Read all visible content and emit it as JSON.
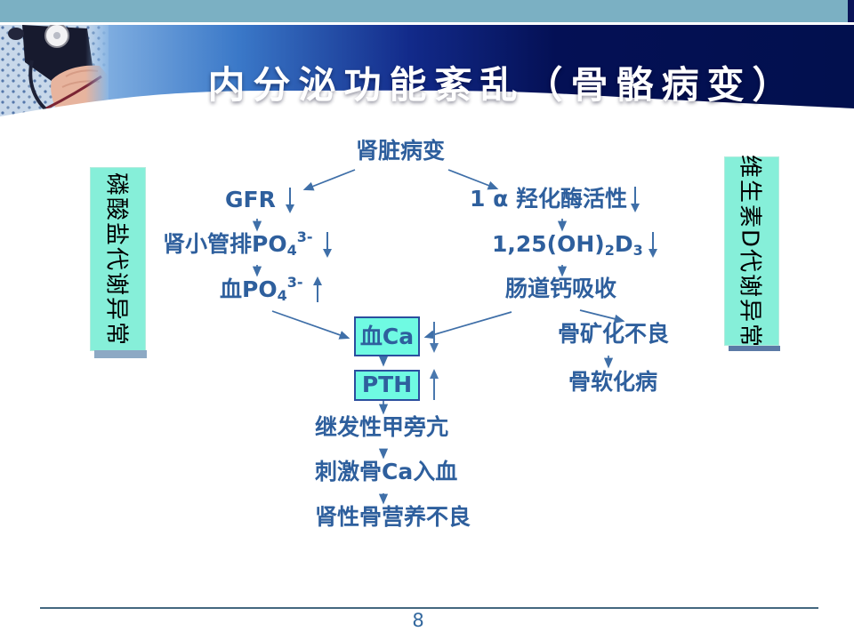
{
  "slide": {
    "title": "内分泌功能紊乱（骨骼病变）",
    "page_number": "8"
  },
  "side_labels": {
    "left": "磷酸盐代谢异常",
    "right": "维生素D代谢异常"
  },
  "flow": {
    "root": {
      "label": "肾脏病变"
    },
    "gfr": {
      "label": "GFR",
      "trend": "down"
    },
    "tubular": {
      "pre": "肾小管排PO",
      "sub": "4",
      "sup": "3-",
      "trend": "down"
    },
    "blood_po4": {
      "pre": "血PO",
      "sub": "4",
      "sup": "3-",
      "trend": "up"
    },
    "hydroxylase": {
      "label": "1 α 羟化酶活性",
      "trend": "down"
    },
    "vit_d": {
      "p1": "1,25(OH)",
      "s1": "2",
      "p2": "D",
      "s2": "3",
      "trend": "down"
    },
    "intestinal": {
      "label": "肠道钙吸收"
    },
    "blood_ca": {
      "label": "血Ca",
      "trend": "down",
      "boxed": true
    },
    "pth": {
      "label": "PTH",
      "trend": "up",
      "boxed": true
    },
    "secondary_hpt": {
      "label": "继发性甲旁亢"
    },
    "bone_ca": {
      "label": "刺激骨Ca入血"
    },
    "renal_osteo": {
      "label": "肾性骨营养不良"
    },
    "mineralization": {
      "label": "骨矿化不良"
    },
    "osteomalacia": {
      "label": "骨软化病"
    }
  },
  "edges": [
    {
      "from": "肾脏病变",
      "to": "GFR↓"
    },
    {
      "from": "肾脏病变",
      "to": "1α羟化酶活性↓"
    },
    {
      "from": "GFR↓",
      "to": "肾小管排PO43-↓"
    },
    {
      "from": "肾小管排PO43-↓",
      "to": "血PO43-↑"
    },
    {
      "from": "血PO43-↑",
      "to": "血Ca↓"
    },
    {
      "from": "1α羟化酶活性↓",
      "to": "1,25(OH)2D3↓"
    },
    {
      "from": "1,25(OH)2D3↓",
      "to": "肠道钙吸收"
    },
    {
      "from": "肠道钙吸收",
      "to": "血Ca↓"
    },
    {
      "from": "肠道钙吸收",
      "to": "骨矿化不良"
    },
    {
      "from": "骨矿化不良",
      "to": "骨软化病"
    },
    {
      "from": "血Ca↓",
      "to": "PTH↑"
    },
    {
      "from": "PTH↑",
      "to": "继发性甲旁亢"
    },
    {
      "from": "继发性甲旁亢",
      "to": "刺激骨Ca入血"
    },
    {
      "from": "刺激骨Ca入血",
      "to": "肾性骨营养不良"
    }
  ],
  "colors": {
    "top_strip": "#7bb0c3",
    "header_navy": "#041055",
    "text_blue": "#2e5f9d",
    "arrow_blue": "#3f6fa8",
    "box_fill": "#6ffae2",
    "box_border": "#2b4e9e",
    "side_label_fill": "#86efd9",
    "footer_line": "#44687f"
  }
}
